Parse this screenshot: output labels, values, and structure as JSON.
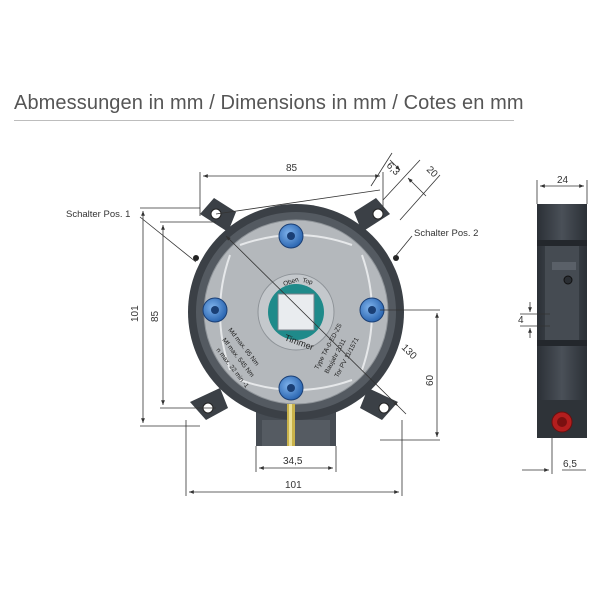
{
  "title": "Abmessungen in mm / Dimensions in mm / Cotes en mm",
  "dimensions": {
    "width_85_top": "85",
    "offset_6_3": "6,3",
    "offset_20": "20",
    "height_101": "101",
    "height_85": "85",
    "diagonal_130": "130",
    "height_60": "60",
    "width_34_5": "34,5",
    "width_101": "101",
    "side_24": "24",
    "side_4": "4",
    "side_6_5": "6,5"
  },
  "callouts": {
    "switch_pos_1": "Schalter Pos. 1",
    "switch_pos_2": "Schalter Pos. 2"
  },
  "faceplate": {
    "oben": "Oben",
    "top": "Top",
    "brand": "Timmer",
    "spec_line1": "Md max. 95 Nm",
    "spec_line2": "Mf max. 545 Nm",
    "spec_line3": "n  max. 22 min -1",
    "type_line1": "Type TA-0-ED-ZS",
    "type_line2": "Baujahr 2011",
    "type_line3": "Tor PV 11/1571"
  },
  "colors": {
    "housing_dark": "#3b4046",
    "face_light": "#b4b8bc",
    "accent_blue": "#2f6fc0",
    "shaft_teal": "#1f8a8a",
    "cable_red": "#b31e1e"
  }
}
